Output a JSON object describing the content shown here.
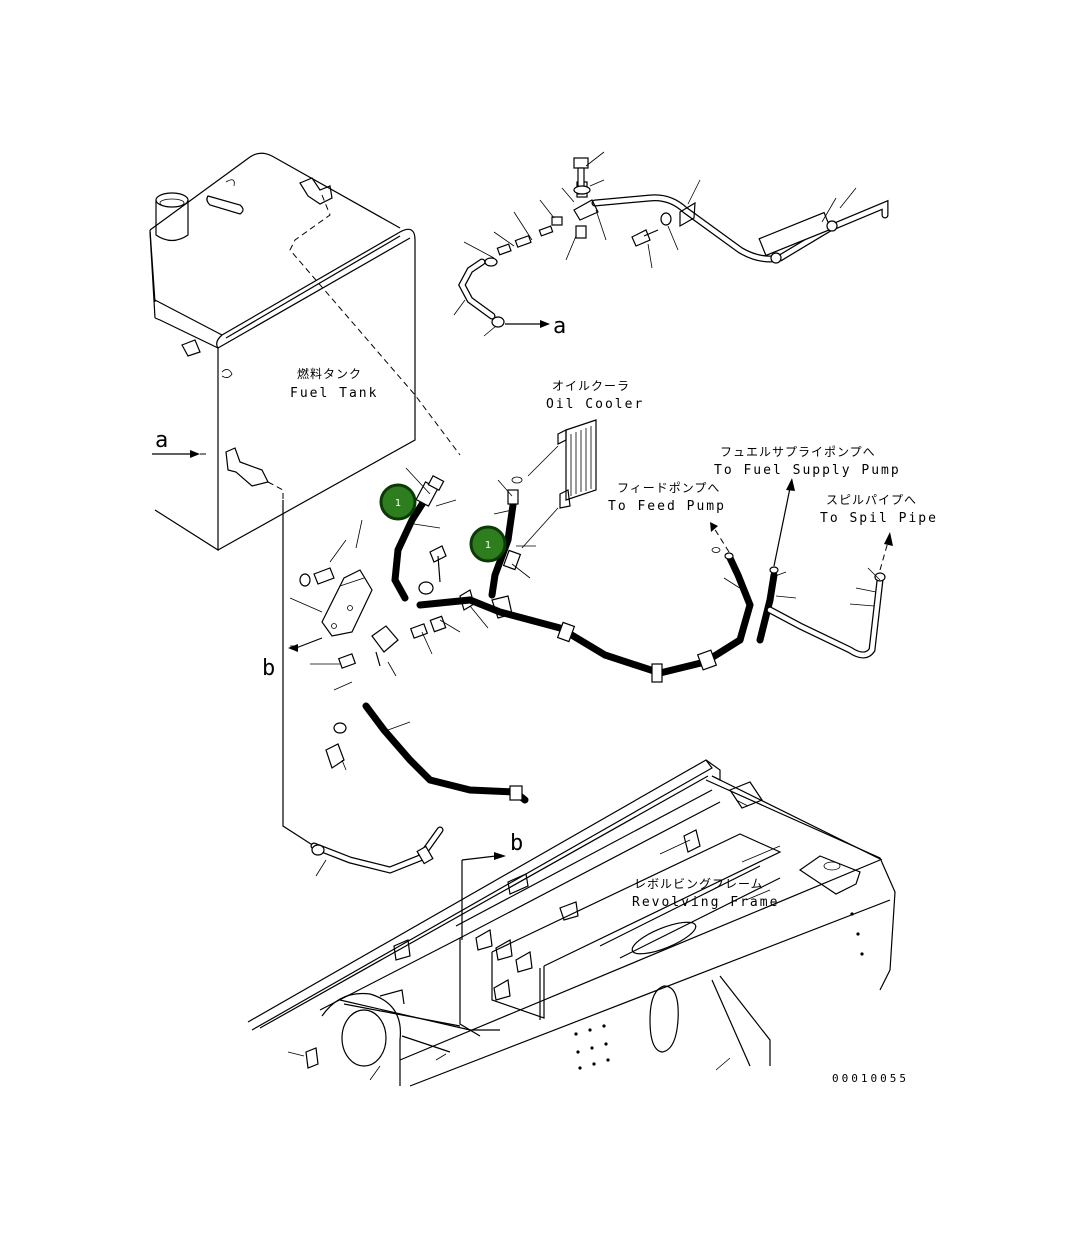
{
  "labels": {
    "fuel_tank_jp": "燃料タンク",
    "fuel_tank_en": "Fuel Tank",
    "oil_cooler_jp": "オイルクーラ",
    "oil_cooler_en": "Oil Cooler",
    "feed_pump_jp": "フィードポンプへ",
    "feed_pump_en": "To Feed Pump",
    "fuel_supply_jp": "フュエルサプライポンプへ",
    "fuel_supply_en": "To Fuel Supply Pump",
    "spill_pipe_jp": "スピルパイプへ",
    "spill_pipe_en": "To Spil Pipe",
    "revolving_frame_jp": "レボルビングフレーム",
    "revolving_frame_en": "Revolving Frame"
  },
  "references": {
    "a_top": "a",
    "a_left": "a",
    "b_left": "b",
    "b_frame": "b"
  },
  "callouts": [
    {
      "number": "1"
    },
    {
      "number": "1"
    }
  ],
  "drawing_code": "00010055",
  "colors": {
    "callout_fill": "#2e7d1e",
    "line": "#000000",
    "background": "#ffffff"
  }
}
